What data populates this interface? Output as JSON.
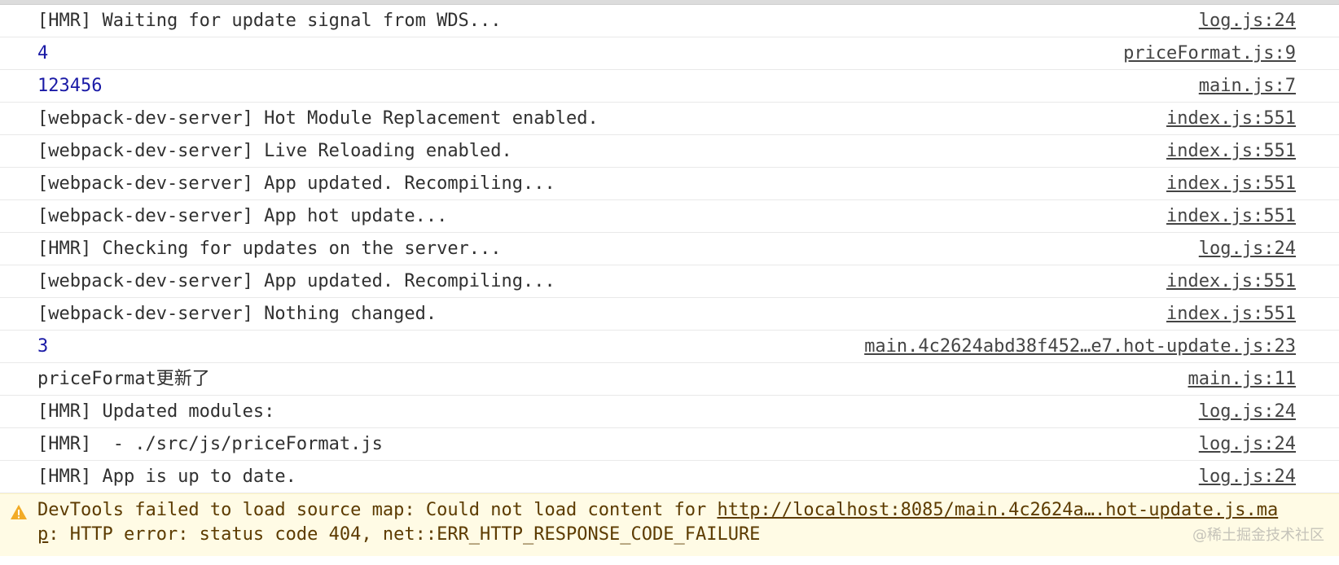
{
  "logs": [
    {
      "message": "[HMR] Waiting for update signal from WDS...",
      "source": "log.js:24",
      "kind": "text"
    },
    {
      "message": "4",
      "source": "priceFormat.js:9",
      "kind": "number"
    },
    {
      "message": "123456",
      "source": "main.js:7",
      "kind": "number"
    },
    {
      "message": "[webpack-dev-server] Hot Module Replacement enabled.",
      "source": "index.js:551",
      "kind": "text"
    },
    {
      "message": "[webpack-dev-server] Live Reloading enabled.",
      "source": "index.js:551",
      "kind": "text"
    },
    {
      "message": "[webpack-dev-server] App updated. Recompiling...",
      "source": "index.js:551",
      "kind": "text"
    },
    {
      "message": "[webpack-dev-server] App hot update...",
      "source": "index.js:551",
      "kind": "text"
    },
    {
      "message": "[HMR] Checking for updates on the server...",
      "source": "log.js:24",
      "kind": "text"
    },
    {
      "message": "[webpack-dev-server] App updated. Recompiling...",
      "source": "index.js:551",
      "kind": "text"
    },
    {
      "message": "[webpack-dev-server] Nothing changed.",
      "source": "index.js:551",
      "kind": "text"
    },
    {
      "message": "3",
      "source": "main.4c2624abd38f452…e7.hot-update.js:23",
      "kind": "number"
    },
    {
      "message": "priceFormat更新了",
      "source": "main.js:11",
      "kind": "text"
    },
    {
      "message": "[HMR] Updated modules:",
      "source": "log.js:24",
      "kind": "text"
    },
    {
      "message": "[HMR]  - ./src/js/priceFormat.js",
      "source": "log.js:24",
      "kind": "text"
    },
    {
      "message": "[HMR] App is up to date.",
      "source": "log.js:24",
      "kind": "text"
    }
  ],
  "warning": {
    "icon": "warning-triangle-icon",
    "prefix": "DevTools failed to load source map: Could not load content for ",
    "link": "http://localhost:8085/main.4c2624a….hot-update.js.map",
    "suffix": ": HTTP error: status code 404, net::ERR_HTTP_RESPONSE_CODE_FAILURE"
  },
  "watermark": "@稀土掘金技术社区",
  "colors": {
    "number": "#1a1aa6",
    "warning_bg": "#fffbe5",
    "warning_text": "#5c3b00",
    "warning_icon": "#f2ab26"
  }
}
